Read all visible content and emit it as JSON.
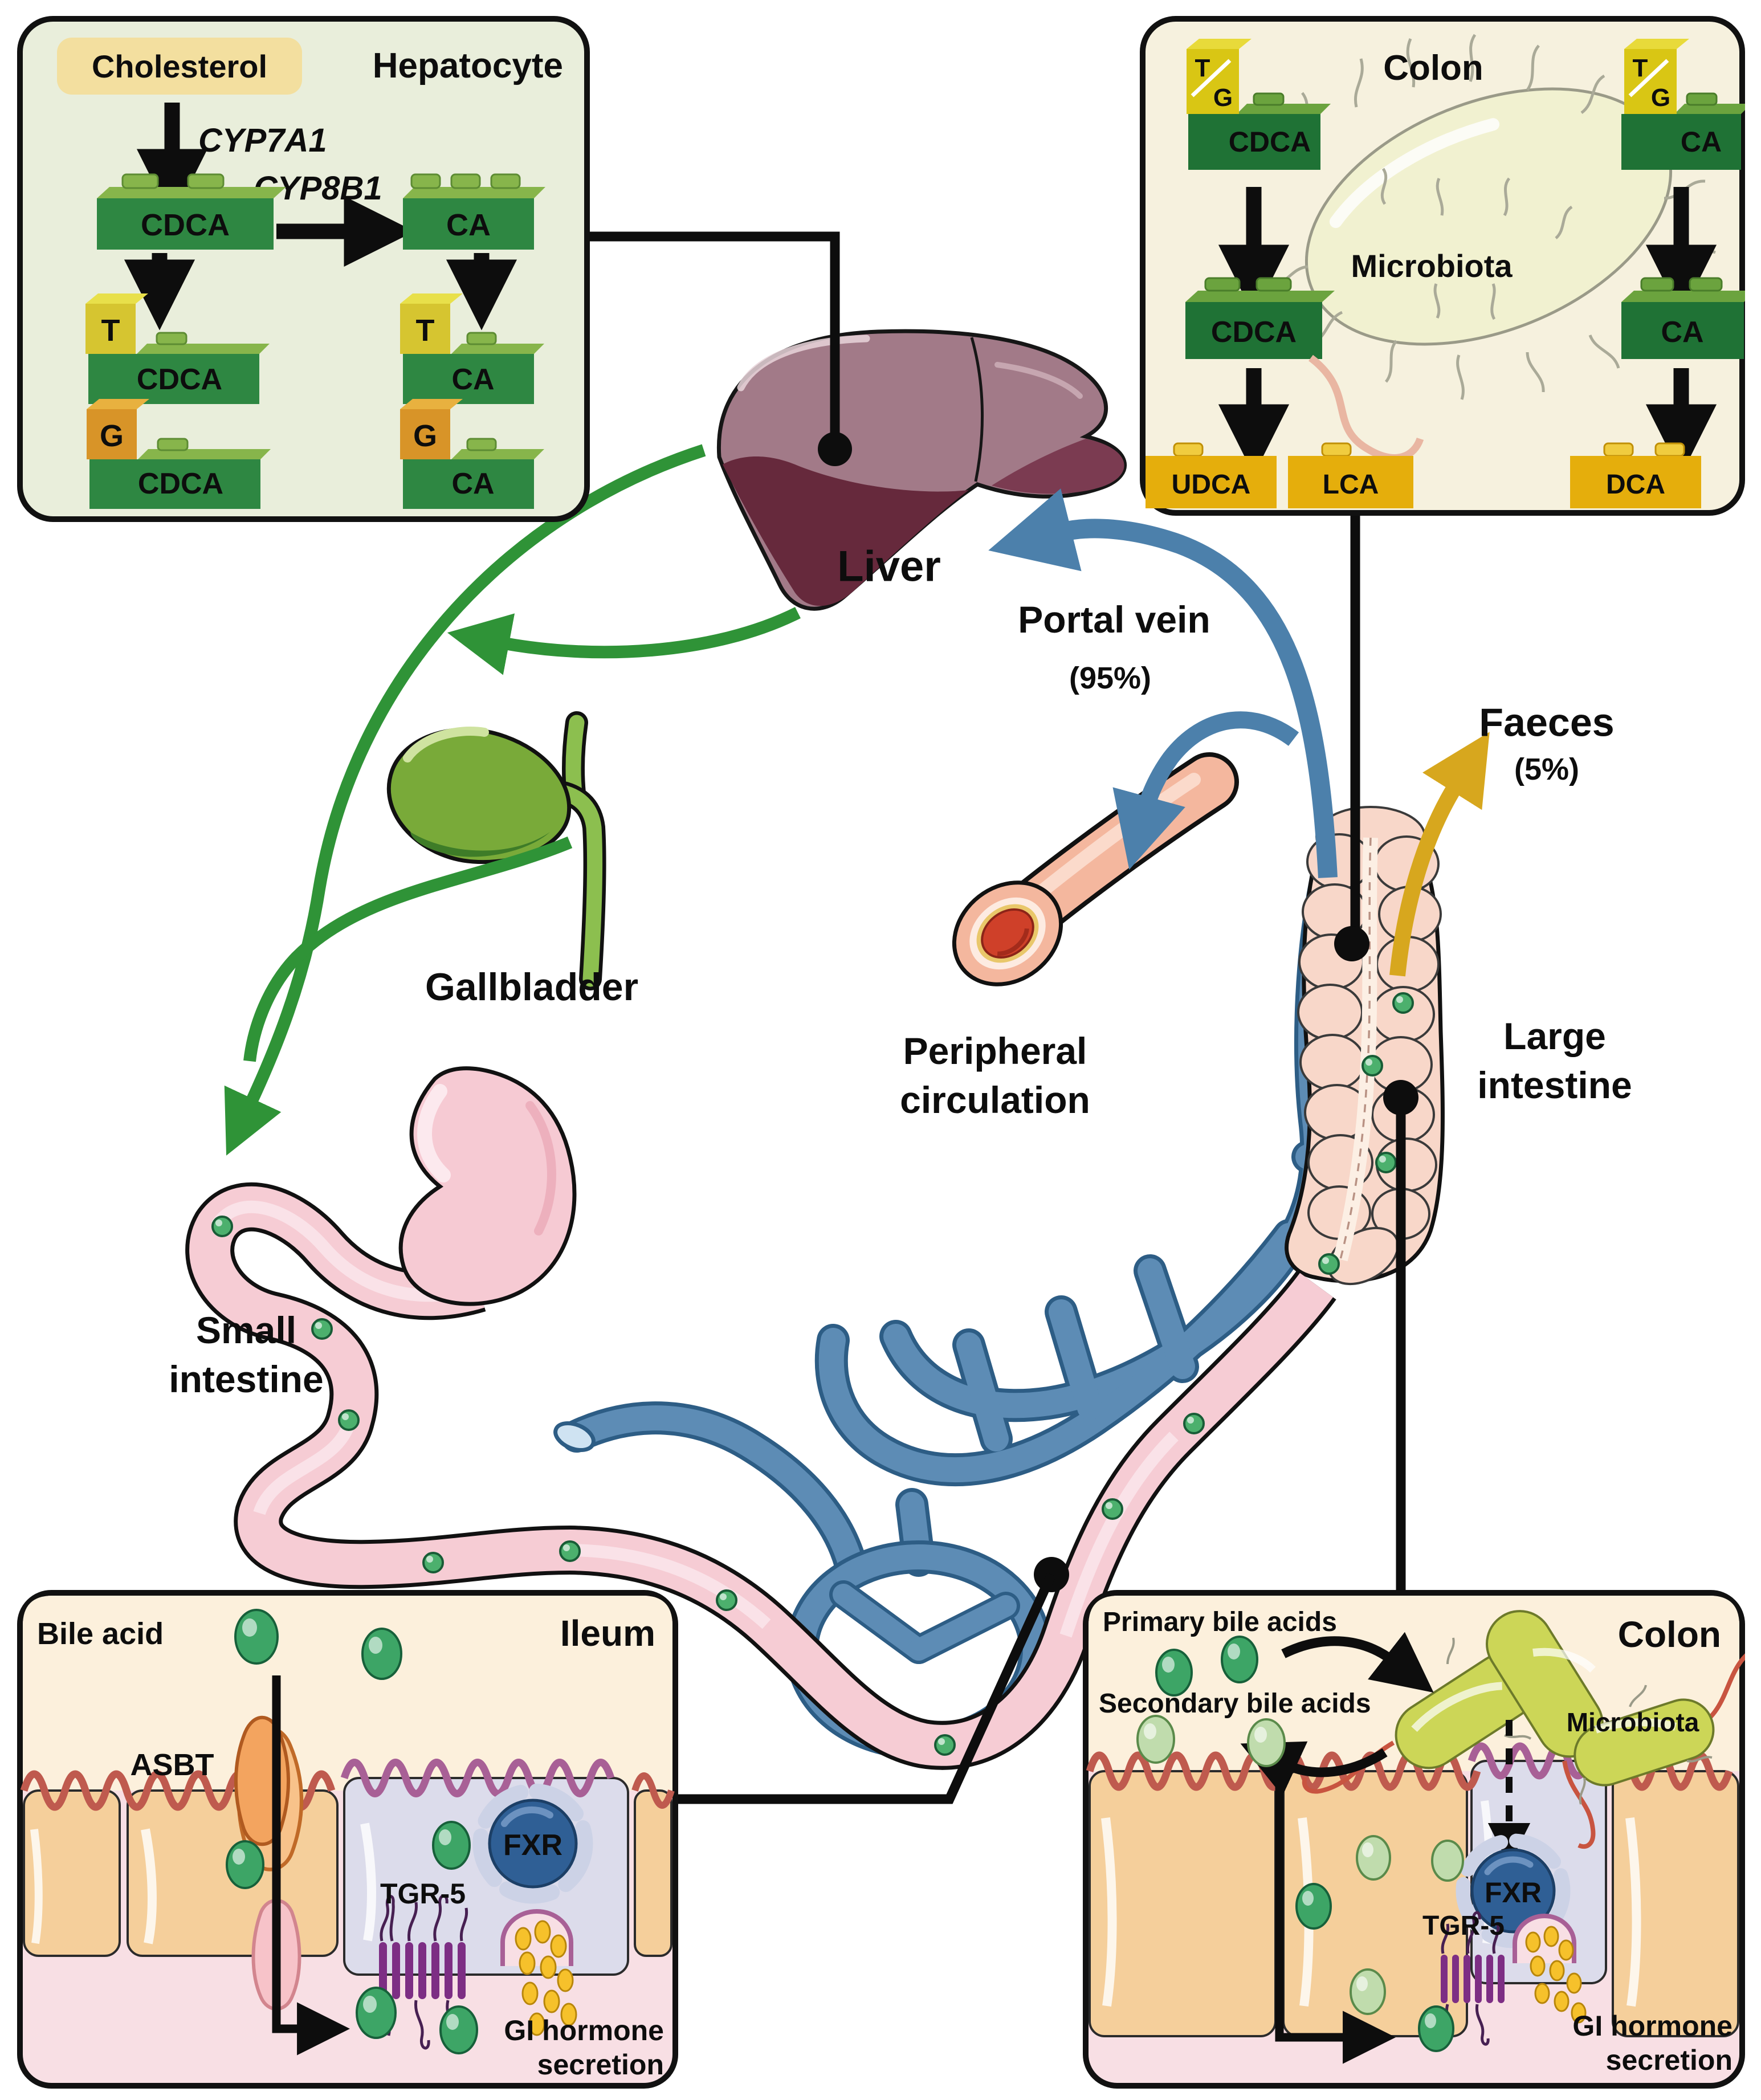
{
  "hepatocyte_box": {
    "title": "Hepatocyte",
    "cholesterol": "Cholesterol",
    "cyp7a1": "CYP7A1",
    "cyp8b1": "CYP8B1",
    "cdca": "CDCA",
    "ca": "CA",
    "taurine": "T",
    "glycine": "G"
  },
  "colon_box_top": {
    "title": "Colon",
    "microbiota": "Microbiota",
    "taurine": "T",
    "glycine": "G",
    "cdca": "CDCA",
    "ca": "CA",
    "udca": "UDCA",
    "lca": "LCA",
    "dca": "DCA"
  },
  "organs": {
    "liver": "Liver",
    "gallbladder": "Gallbladder",
    "small_intestine": "Small\nintestine",
    "large_intestine": "Large\nintestine",
    "peripheral_circulation": "Peripheral\ncirculation"
  },
  "flows": {
    "portal_vein": "Portal vein",
    "portal_vein_pct": "(95%)",
    "faeces": "Faeces",
    "faeces_pct": "(5%)"
  },
  "ileum_box": {
    "title": "Ileum",
    "bile_acid": "Bile acid",
    "asbt": "ASBT",
    "fxr": "FXR",
    "tgr5": "TGR-5",
    "gi_hormone_line1": "GI hormone",
    "gi_hormone_line2": "secretion"
  },
  "colon_box_bottom": {
    "title": "Colon",
    "primary": "Primary bile acids",
    "secondary": "Secondary bile acids",
    "microbiota": "Microbiota",
    "fxr": "FXR",
    "tgr5": "TGR-5",
    "gi_hormone_line1": "GI hormone",
    "gi_hormone_line2": "secretion"
  },
  "colors": {
    "box_green_bg": "#e9eedb",
    "box_cream_bg": "#f6f1de",
    "box_cell_bg": "#f8dfe4",
    "lumen_bg": "#fcf0dc",
    "brick_green": "#2e8742",
    "brick_green_top": "#87b54b",
    "brick_gold": "#e5ae0c",
    "cube_taurine": "#d6c530",
    "cube_glycine": "#d89428",
    "liver": "#a27a88",
    "gallbladder": "#79aa39",
    "intestine_pink": "#f6ccd4",
    "colon_peach": "#f8d7c9",
    "vein_blue": "#5d8cb5",
    "arrow_green": "#2f9337",
    "arrow_gold": "#d7a71e",
    "bile_acid_green": "#4cb06d",
    "secondary_bile_green": "#bfdcab",
    "fxr_blue": "#2f5f95",
    "tgr5_purple": "#7d2e84",
    "hormone_yellow": "#f6c12b"
  }
}
